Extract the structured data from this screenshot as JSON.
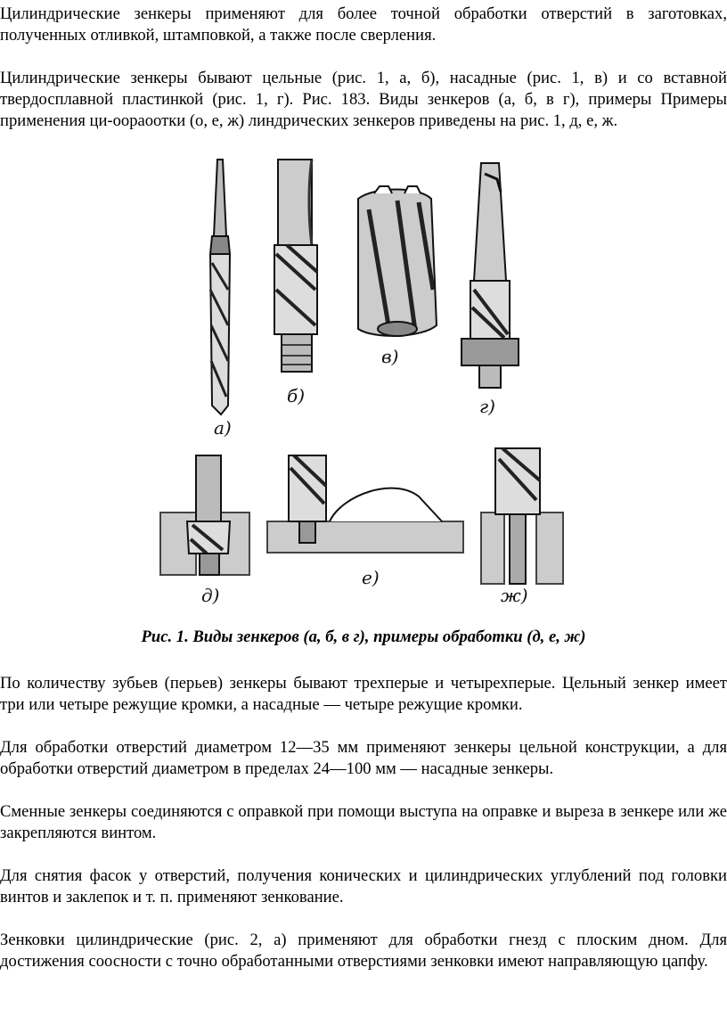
{
  "paragraphs": {
    "p1": "Цилиндрические зенкеры применяют для более точной обработки отверстий в заготовках, полученных отливкой, штамповкой, а также после сверления.",
    "p2": "Цилиндрические зенкеры бывают цельные (рис. 1, а, б), насадные (рис. 1, в) и со вставной твердосплавной пластинкой (рис. 1, г). Рис. 183. Виды зенкеров (а, б, в г), примеры Примеры применения ци-оораоотки (о, е, ж) линдрических зенкеров приведены на рис. 1, д, е, ж.",
    "p3": "По количеству зубьев (перьев) зенкеры бывают трехперые и четырехперые. Цельный зенкер имеет три или четыре режущие кромки, а насадные — четыре режущие кромки.",
    "p4": "Для обработки отверстий диаметром 12—35 мм применяют зенкеры цельной конструкции, а для обработки отверстий диаметром в пределах 24—100 мм — насадные зенкеры.",
    "p5": "Сменные зенкеры соединяются с оправкой при помощи выступа на оправке и выреза в зенкере или же закрепляются винтом.",
    "p6": "Для снятия фасок у отверстий, получения конических и цилиндрических углублений под головки винтов и заклепок и т. п. применяют зенкование.",
    "p7": "Зенковки цилиндрические (рис. 2, а) применяют для обработки гнезд с плоским дном. Для достижения соосности с точно обработанными отверстиями зенковки имеют направляющую цапфу."
  },
  "figure": {
    "caption": "Рис. 1. Виды зенкеров (а, б, в г), примеры обработки (д, е, ж)",
    "labels": {
      "a": "а)",
      "b": "б)",
      "v": "в)",
      "g": "г)",
      "d": "д)",
      "e": "е)",
      "zh": "ж)"
    }
  }
}
